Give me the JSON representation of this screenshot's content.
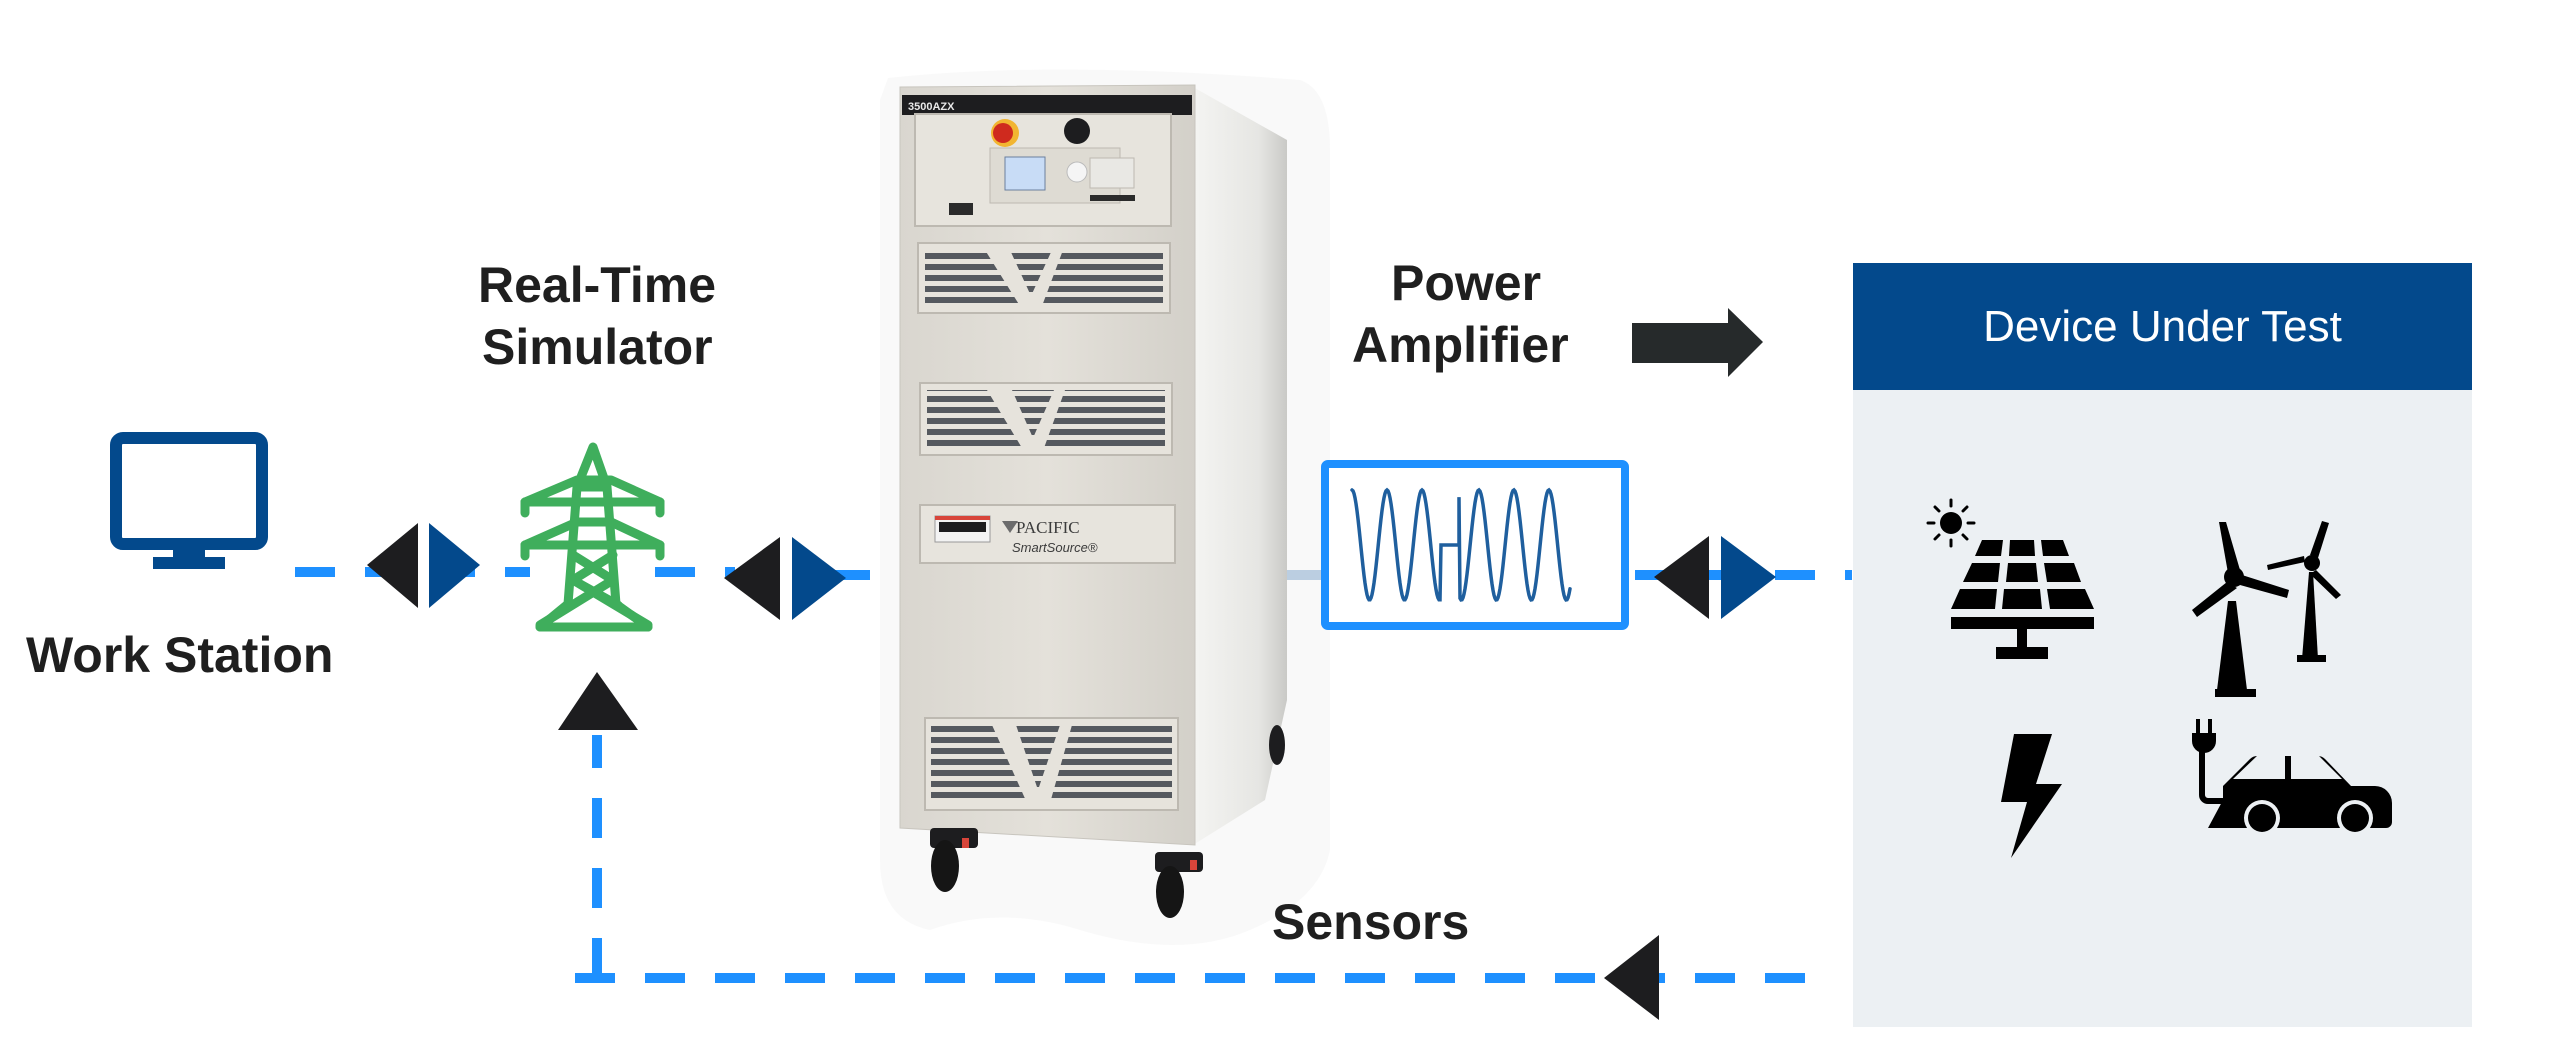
{
  "diagram": {
    "title": "Power Hardware-in-the-Loop test setup",
    "colors": {
      "signal_dash": "#1e90ff",
      "arrow_dark": "#1d1d1f",
      "arrow_blue": "#03498c",
      "tower_green": "#3fae5c",
      "monitor_blue": "#03498c",
      "dut_header": "#03498c",
      "dut_body": "#ecf0f3",
      "wave_box_border": "#1e90ff",
      "wave_line": "#1f5f9e",
      "text": "#1f1f1f"
    },
    "nodes": {
      "workstation": {
        "label": "Work Station",
        "icon": "monitor-icon"
      },
      "simulator": {
        "label_line1": "Real-Time",
        "label_line2": "Simulator",
        "icon": "transmission-tower-icon"
      },
      "amplifier": {
        "label_line1": "Power",
        "label_line2": "Amplifier",
        "icon": "power-amplifier-cabinet",
        "model_label": "3500AZX",
        "brand": "PACIFIC",
        "product": "SmartSource®",
        "waveform": "sine-wave-with-phase-jump-icon"
      },
      "dut": {
        "title": "Device Under Test",
        "icons": [
          "solar-panel-icon",
          "wind-turbine-icon",
          "lightning-bolt-icon",
          "electric-car-icon"
        ]
      },
      "sensors": {
        "label": "Sensors"
      }
    },
    "connections": [
      {
        "from": "workstation",
        "to": "simulator",
        "style": "dashed",
        "direction": "bidirectional"
      },
      {
        "from": "simulator",
        "to": "amplifier",
        "style": "dashed",
        "direction": "bidirectional"
      },
      {
        "from": "amplifier",
        "to": "dut",
        "style": "dashed",
        "direction": "bidirectional"
      },
      {
        "from": "amplifier",
        "to": "dut",
        "style": "solid-arrow",
        "direction": "forward"
      },
      {
        "from": "dut",
        "to": "simulator",
        "style": "dashed",
        "direction": "feedback",
        "label": "Sensors"
      }
    ]
  }
}
